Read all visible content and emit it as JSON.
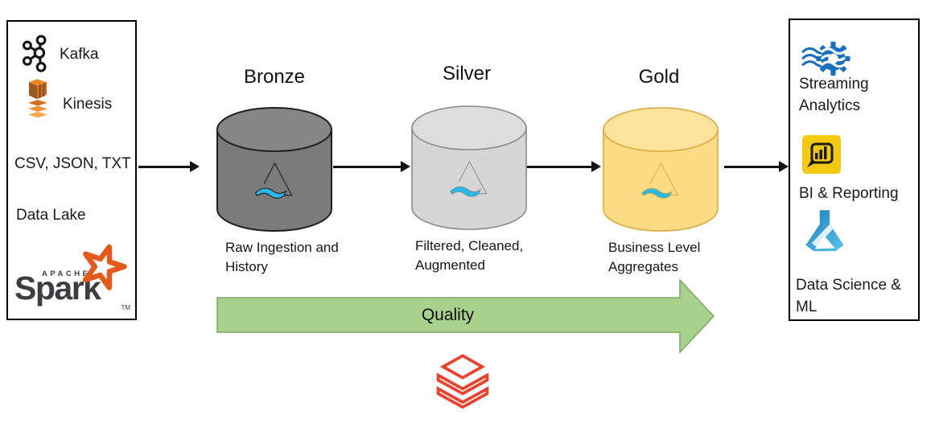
{
  "left_panel": {
    "kafka_label": "Kafka",
    "kinesis_label": "Kinesis",
    "csv_label": "CSV, JSON, TXT",
    "datalake_label": "Data Lake",
    "spark_apache": "APACHE",
    "spark_word": "Spark",
    "spark_tm": "TM"
  },
  "stages": {
    "bronze": {
      "title": "Bronze",
      "caption": "Raw Ingestion and History",
      "body_color": "#7b7b7b",
      "top_color": "#868686"
    },
    "silver": {
      "title": "Silver",
      "caption": "Filtered, Cleaned, Augmented",
      "body_color": "#d6d6d6",
      "top_color": "#dddddd"
    },
    "gold": {
      "title": "Gold",
      "caption": "Business Level Aggregates",
      "body_color": "#fbdc84",
      "top_color": "#fde49c"
    }
  },
  "quality_arrow": {
    "label": "Quality",
    "fill": "#a9d18e",
    "stroke": "#7fa861"
  },
  "right_panel": {
    "streaming_label": "Streaming Analytics",
    "bi_label": "BI & Reporting",
    "ds_label": "Data Science & ML"
  },
  "icons": {
    "kafka": "kafka-icon",
    "kinesis": "kinesis-icon",
    "spark_star": "spark-star-icon",
    "delta_lake": "delta-lake-icon",
    "stream_analytics": "stream-analytics-gear-icon",
    "power_bi": "power-bi-icon",
    "ml_flask": "ml-flask-icon",
    "databricks": "databricks-stack-icon"
  },
  "brand_colors": {
    "delta_cyan": "#29b7e8",
    "databricks_red": "#e8442e",
    "spark_orange": "#e25a1c",
    "aws_orange": "#d86c1e",
    "stream_blue": "#1b6fc0",
    "powerbi_yellow": "#f2c811",
    "ml_blue": "#2e9bd6",
    "arrow_green": "#a9d18e"
  }
}
